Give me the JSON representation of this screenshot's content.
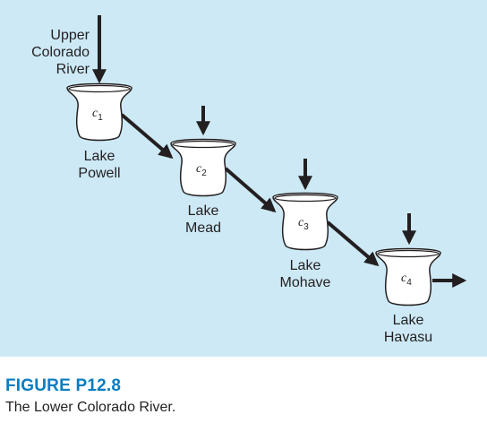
{
  "diagram": {
    "source": {
      "lines": [
        "Upper",
        "Colorado",
        "River"
      ]
    },
    "tanks": [
      {
        "var": "c",
        "sub": "1",
        "name_lines": [
          "Lake",
          "Powell"
        ]
      },
      {
        "var": "c",
        "sub": "2",
        "name_lines": [
          "Lake",
          "Mead"
        ]
      },
      {
        "var": "c",
        "sub": "3",
        "name_lines": [
          "Lake",
          "Mohave"
        ]
      },
      {
        "var": "c",
        "sub": "4",
        "name_lines": [
          "Lake",
          "Havasu"
        ]
      }
    ],
    "colors": {
      "background": "#cde9f6",
      "tank_fill": "#ffffff",
      "stroke": "#231f20",
      "figure_label": "#0a7dc0"
    }
  },
  "figure": {
    "number": "FIGURE P12.8",
    "caption": "The Lower Colorado River."
  }
}
